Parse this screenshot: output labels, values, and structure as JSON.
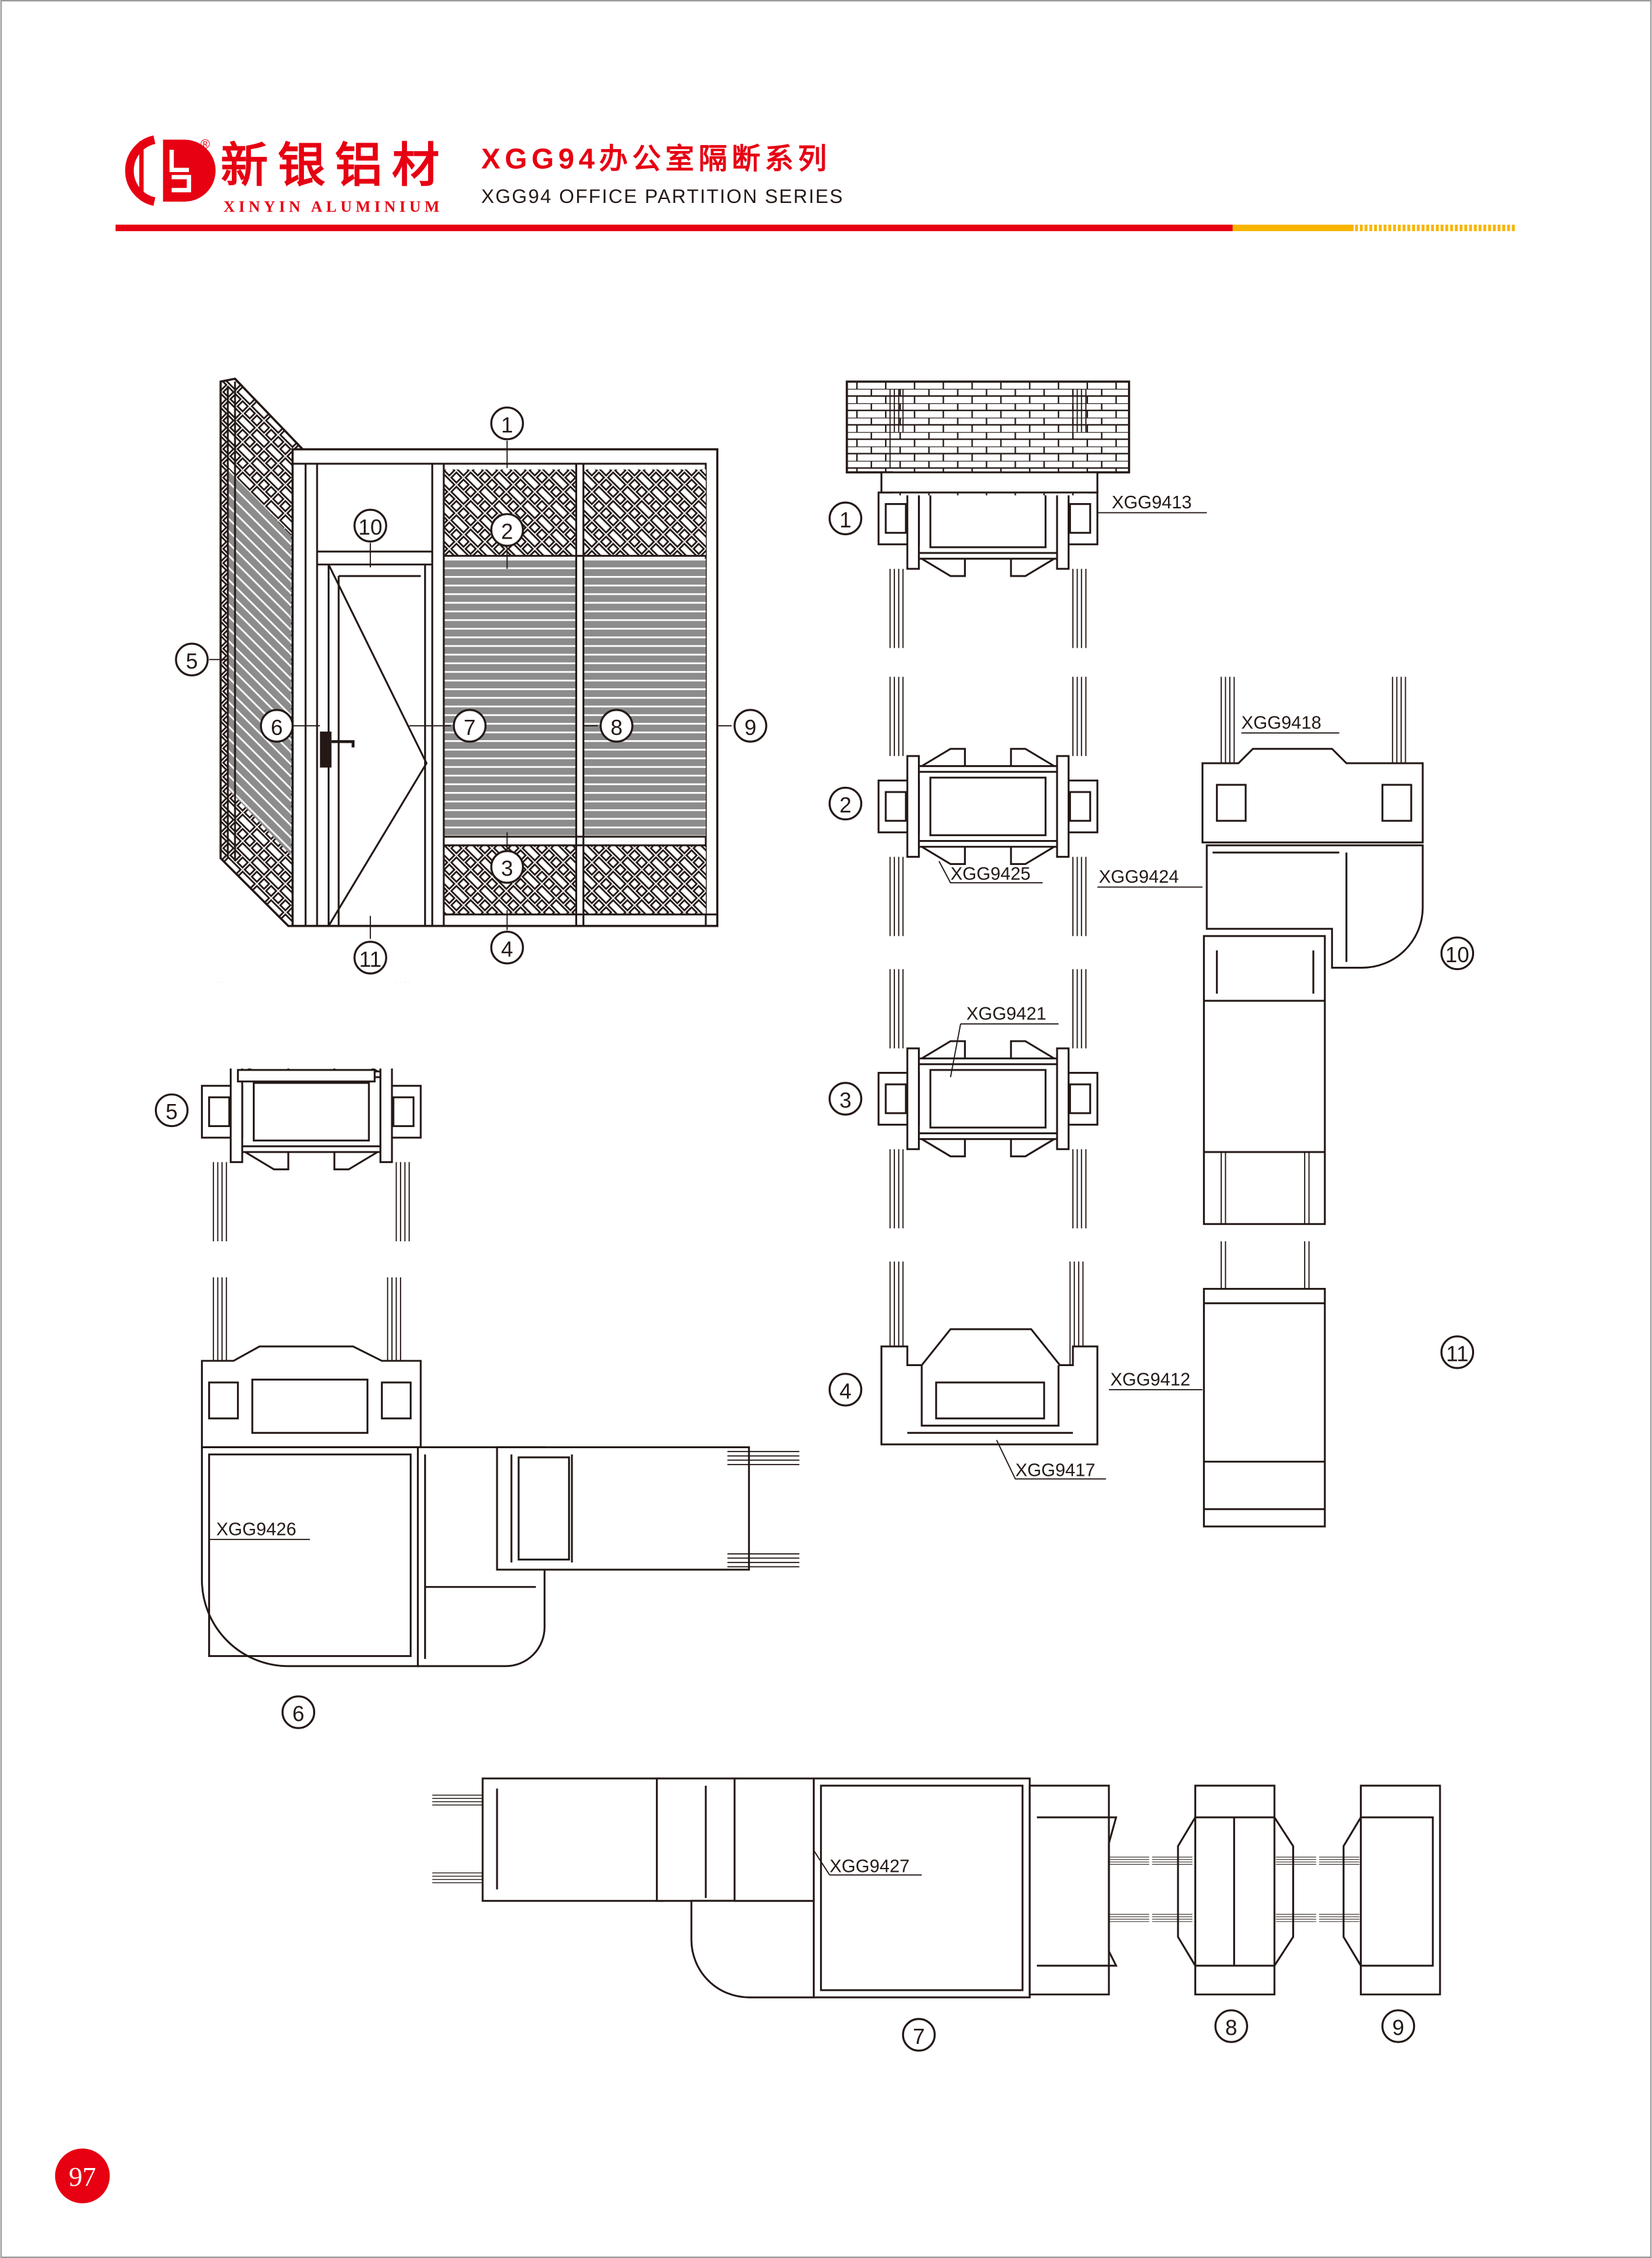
{
  "header": {
    "brand_cn": "新银铝材",
    "brand_en": "XINYIN ALUMINIUM",
    "registered_mark": "®",
    "title_cn": "XGG94办公室隔断系列",
    "title_en": "XGG94 OFFICE PARTITION SERIES"
  },
  "colors": {
    "brand_red": "#e60012",
    "accent_yellow": "#f8b500",
    "line": "#231815",
    "panel_gray": "#8c8c8c"
  },
  "elevation_callouts": [
    "1",
    "2",
    "3",
    "4",
    "5",
    "6",
    "7",
    "8",
    "9",
    "10",
    "11"
  ],
  "section_callouts": [
    "1",
    "2",
    "3",
    "4",
    "10",
    "11",
    "5",
    "6",
    "7",
    "8",
    "9"
  ],
  "part_codes": {
    "xgg9413": "XGG9413",
    "xgg9425": "XGG9425",
    "xgg9424": "XGG9424",
    "xgg9418": "XGG9418",
    "xgg9421": "XGG9421",
    "xgg9412": "XGG9412",
    "xgg9417": "XGG9417",
    "xgg9426": "XGG9426",
    "xgg9427": "XGG9427"
  },
  "page_number": "97"
}
